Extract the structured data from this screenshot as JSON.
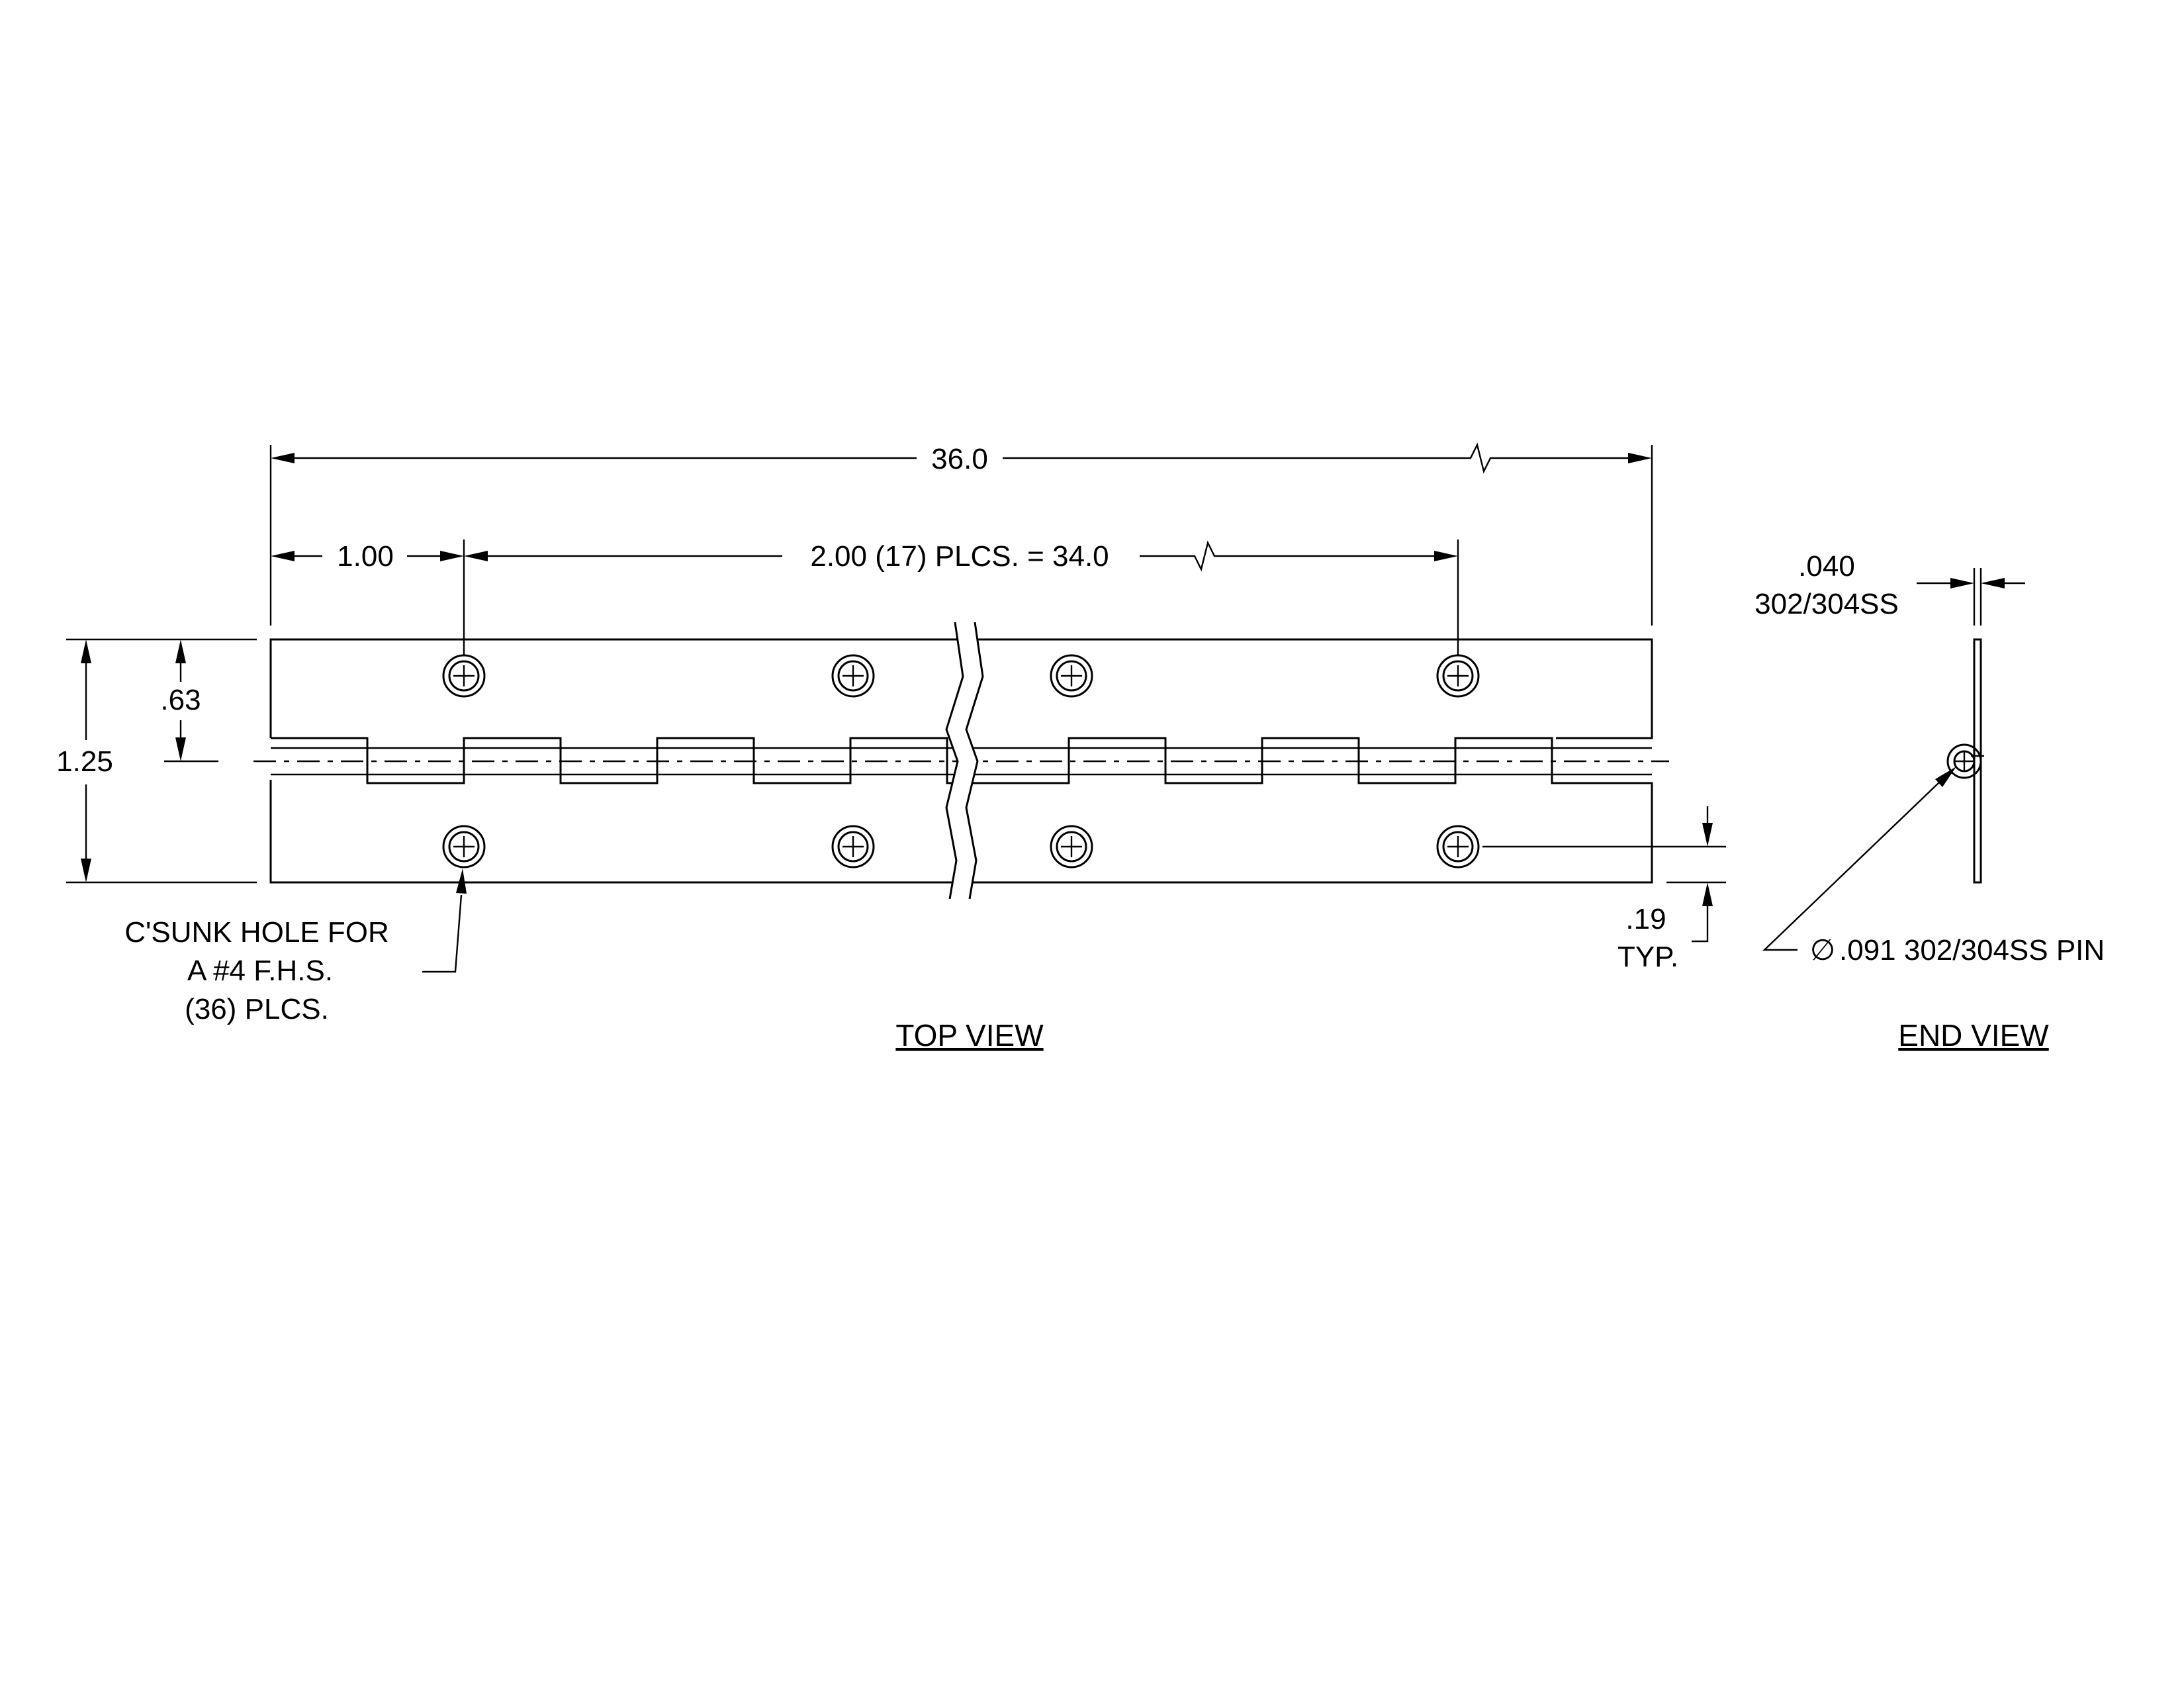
{
  "dimensions": {
    "overall_length": "36.0",
    "first_hole_offset": "1.00",
    "hole_spacing": "2.00 (17) PLCS. = 34.0",
    "overall_width": "1.25",
    "half_width": ".63",
    "hole_edge_distance": ".19",
    "hole_edge_distance_note": "TYP.",
    "thickness": ".040",
    "thickness_material": "302/304SS"
  },
  "notes": {
    "hole_line1": "C'SUNK HOLE FOR",
    "hole_line2": "A #4 F.H.S.",
    "hole_line3": "(36) PLCS.",
    "pin_symbol": "∅",
    "pin": ".091 302/304SS PIN"
  },
  "views": {
    "top": "TOP VIEW",
    "end": "END VIEW"
  }
}
